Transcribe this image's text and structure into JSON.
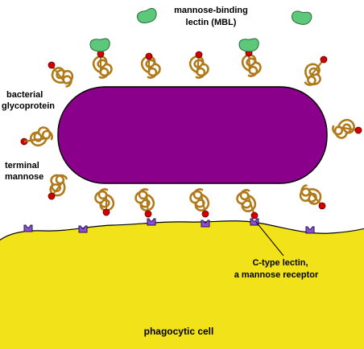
{
  "labels": {
    "mbl_line1": "mannose-binding",
    "mbl_line2": "lectin (MBL)",
    "glyco_line1": "bacterial",
    "glyco_line2": "glycoprotein",
    "mannose_line1": "terminal",
    "mannose_line2": "mannose",
    "receptor_line1": "C-type lectin,",
    "receptor_line2": "a mannose receptor",
    "cell": "phagocytic cell"
  },
  "colors": {
    "bacterium": "#8b008b",
    "glycoprotein": "#b07a1a",
    "mannose": "#d40000",
    "mbl": "#5cc87a",
    "receptor": "#8a4fd6",
    "phagocyte": "#f2e21a",
    "outline": "#000000"
  },
  "icons": {
    "glycoprotein": "coil-squiggle",
    "mbl": "kidney-bean-shape",
    "receptor": "cup-shape"
  }
}
